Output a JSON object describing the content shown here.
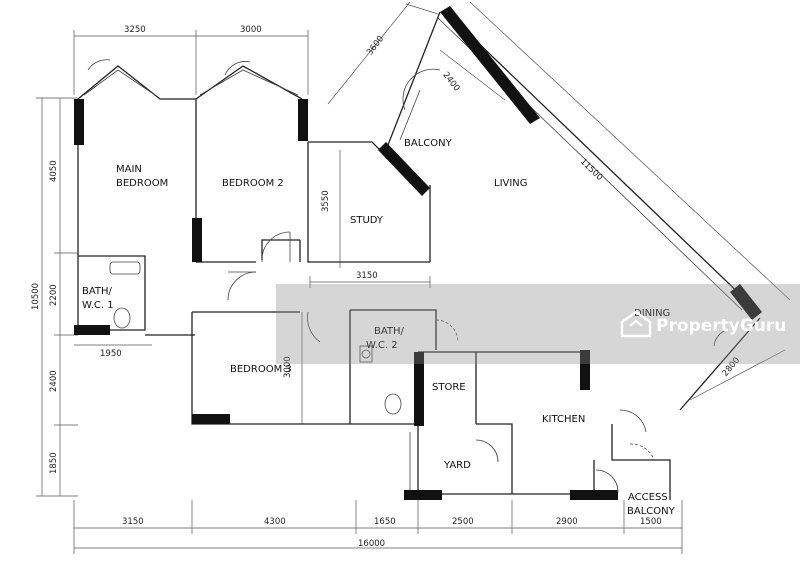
{
  "rooms": {
    "main_bedroom": [
      "MAIN",
      "BEDROOM"
    ],
    "bedroom2": "BEDROOM 2",
    "study": "STUDY",
    "balcony": "BALCONY",
    "living": "LIVING",
    "dining": "DINING",
    "bath1": [
      "BATH/",
      "W.C. 1"
    ],
    "bath2": [
      "BATH/",
      "W.C. 2"
    ],
    "bedroom3": "BEDROOM 3",
    "store": "STORE",
    "kitchen": "KITCHEN",
    "yard": "YARD",
    "access_balcony": [
      "ACCESS",
      "BALCONY"
    ]
  },
  "dimensions": {
    "top": [
      "3250",
      "3000"
    ],
    "balcony_depth": "3600",
    "balcony_inner": "2400",
    "living_diag": "11500",
    "dining_diag": "2800",
    "study_width": "3150",
    "study_height": "3550",
    "bedroom3_height": "3000",
    "bath1_width": "1950",
    "left": [
      "4050",
      "2200",
      "2400",
      "1850"
    ],
    "left_total": "10500",
    "bottom": [
      "3150",
      "4300",
      "1650",
      "2500",
      "2900",
      "1500"
    ],
    "bottom_total": "16000"
  },
  "watermark": {
    "brand": "PropertyGuru",
    "icon": "propertyguru-logo-icon"
  }
}
